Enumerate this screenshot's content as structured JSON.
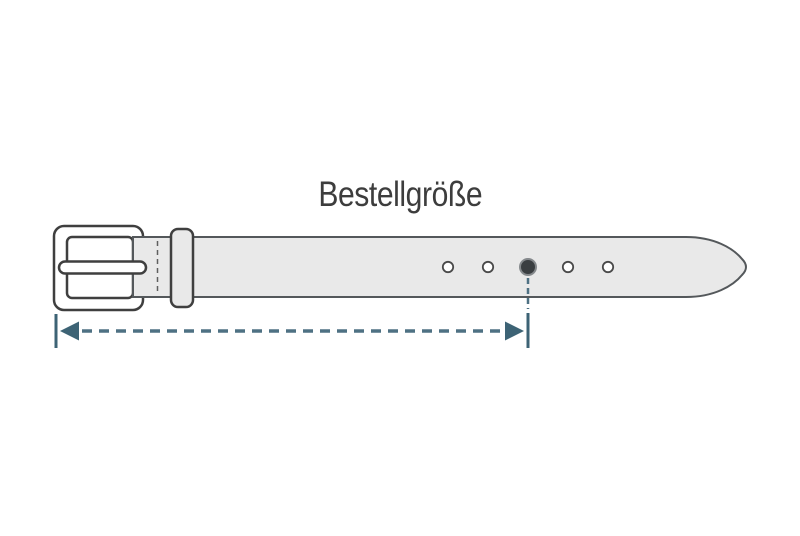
{
  "diagram": {
    "title": "Bestellgröße",
    "belt": {
      "holes_count": 5,
      "highlighted_hole_index": 3
    },
    "colors": {
      "background": "#ffffff",
      "belt_fill": "#e9e9e9",
      "belt_outline": "#54585b",
      "buckle_outline": "#3f3f3f",
      "buckle_fill": "#ffffff",
      "stitch": "#5f5f5f",
      "hole_ring": "#4a4a4a",
      "hole_fill": "#ffffff",
      "highlight_hole_fill": "#3a3e41",
      "highlight_hole_ring": "#85898c",
      "measure_dash": "#4e7183",
      "measure_solid": "#3d6375",
      "title_color": "#3d3d3d"
    }
  }
}
